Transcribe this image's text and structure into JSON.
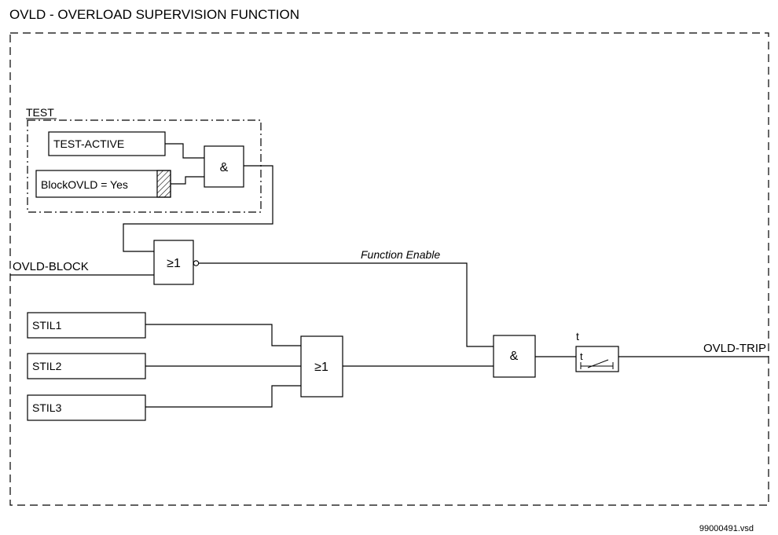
{
  "title": "OVLD - OVERLOAD SUPERVISION FUNCTION",
  "test_group_label": "TEST",
  "inputs": {
    "test_active": "TEST-ACTIVE",
    "block_ovld": "BlockOVLD = Yes",
    "ovld_block": "OVLD-BLOCK",
    "stil1": "STIL1",
    "stil2": "STIL2",
    "stil3": "STIL3"
  },
  "gates": {
    "and_test": "&",
    "or_block": "≥1",
    "or_stil": "≥1",
    "and_trip": "&"
  },
  "timer": {
    "top_label": "t",
    "inner_label": "t"
  },
  "signals": {
    "function_enable": "Function Enable"
  },
  "outputs": {
    "ovld_trip": "OVLD-TRIP"
  },
  "footer": {
    "file_ref": "99000491.vsd"
  }
}
